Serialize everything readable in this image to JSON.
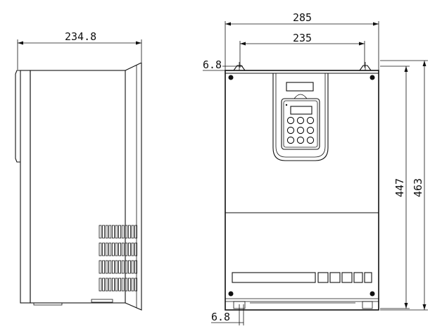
{
  "dimensions": {
    "side_depth": "234.8",
    "front_width": "285",
    "mount_hole_spacing": "235",
    "top_offset": "6.8",
    "bottom_offset": "6.8",
    "mount_height": "447",
    "total_height": "463"
  }
}
